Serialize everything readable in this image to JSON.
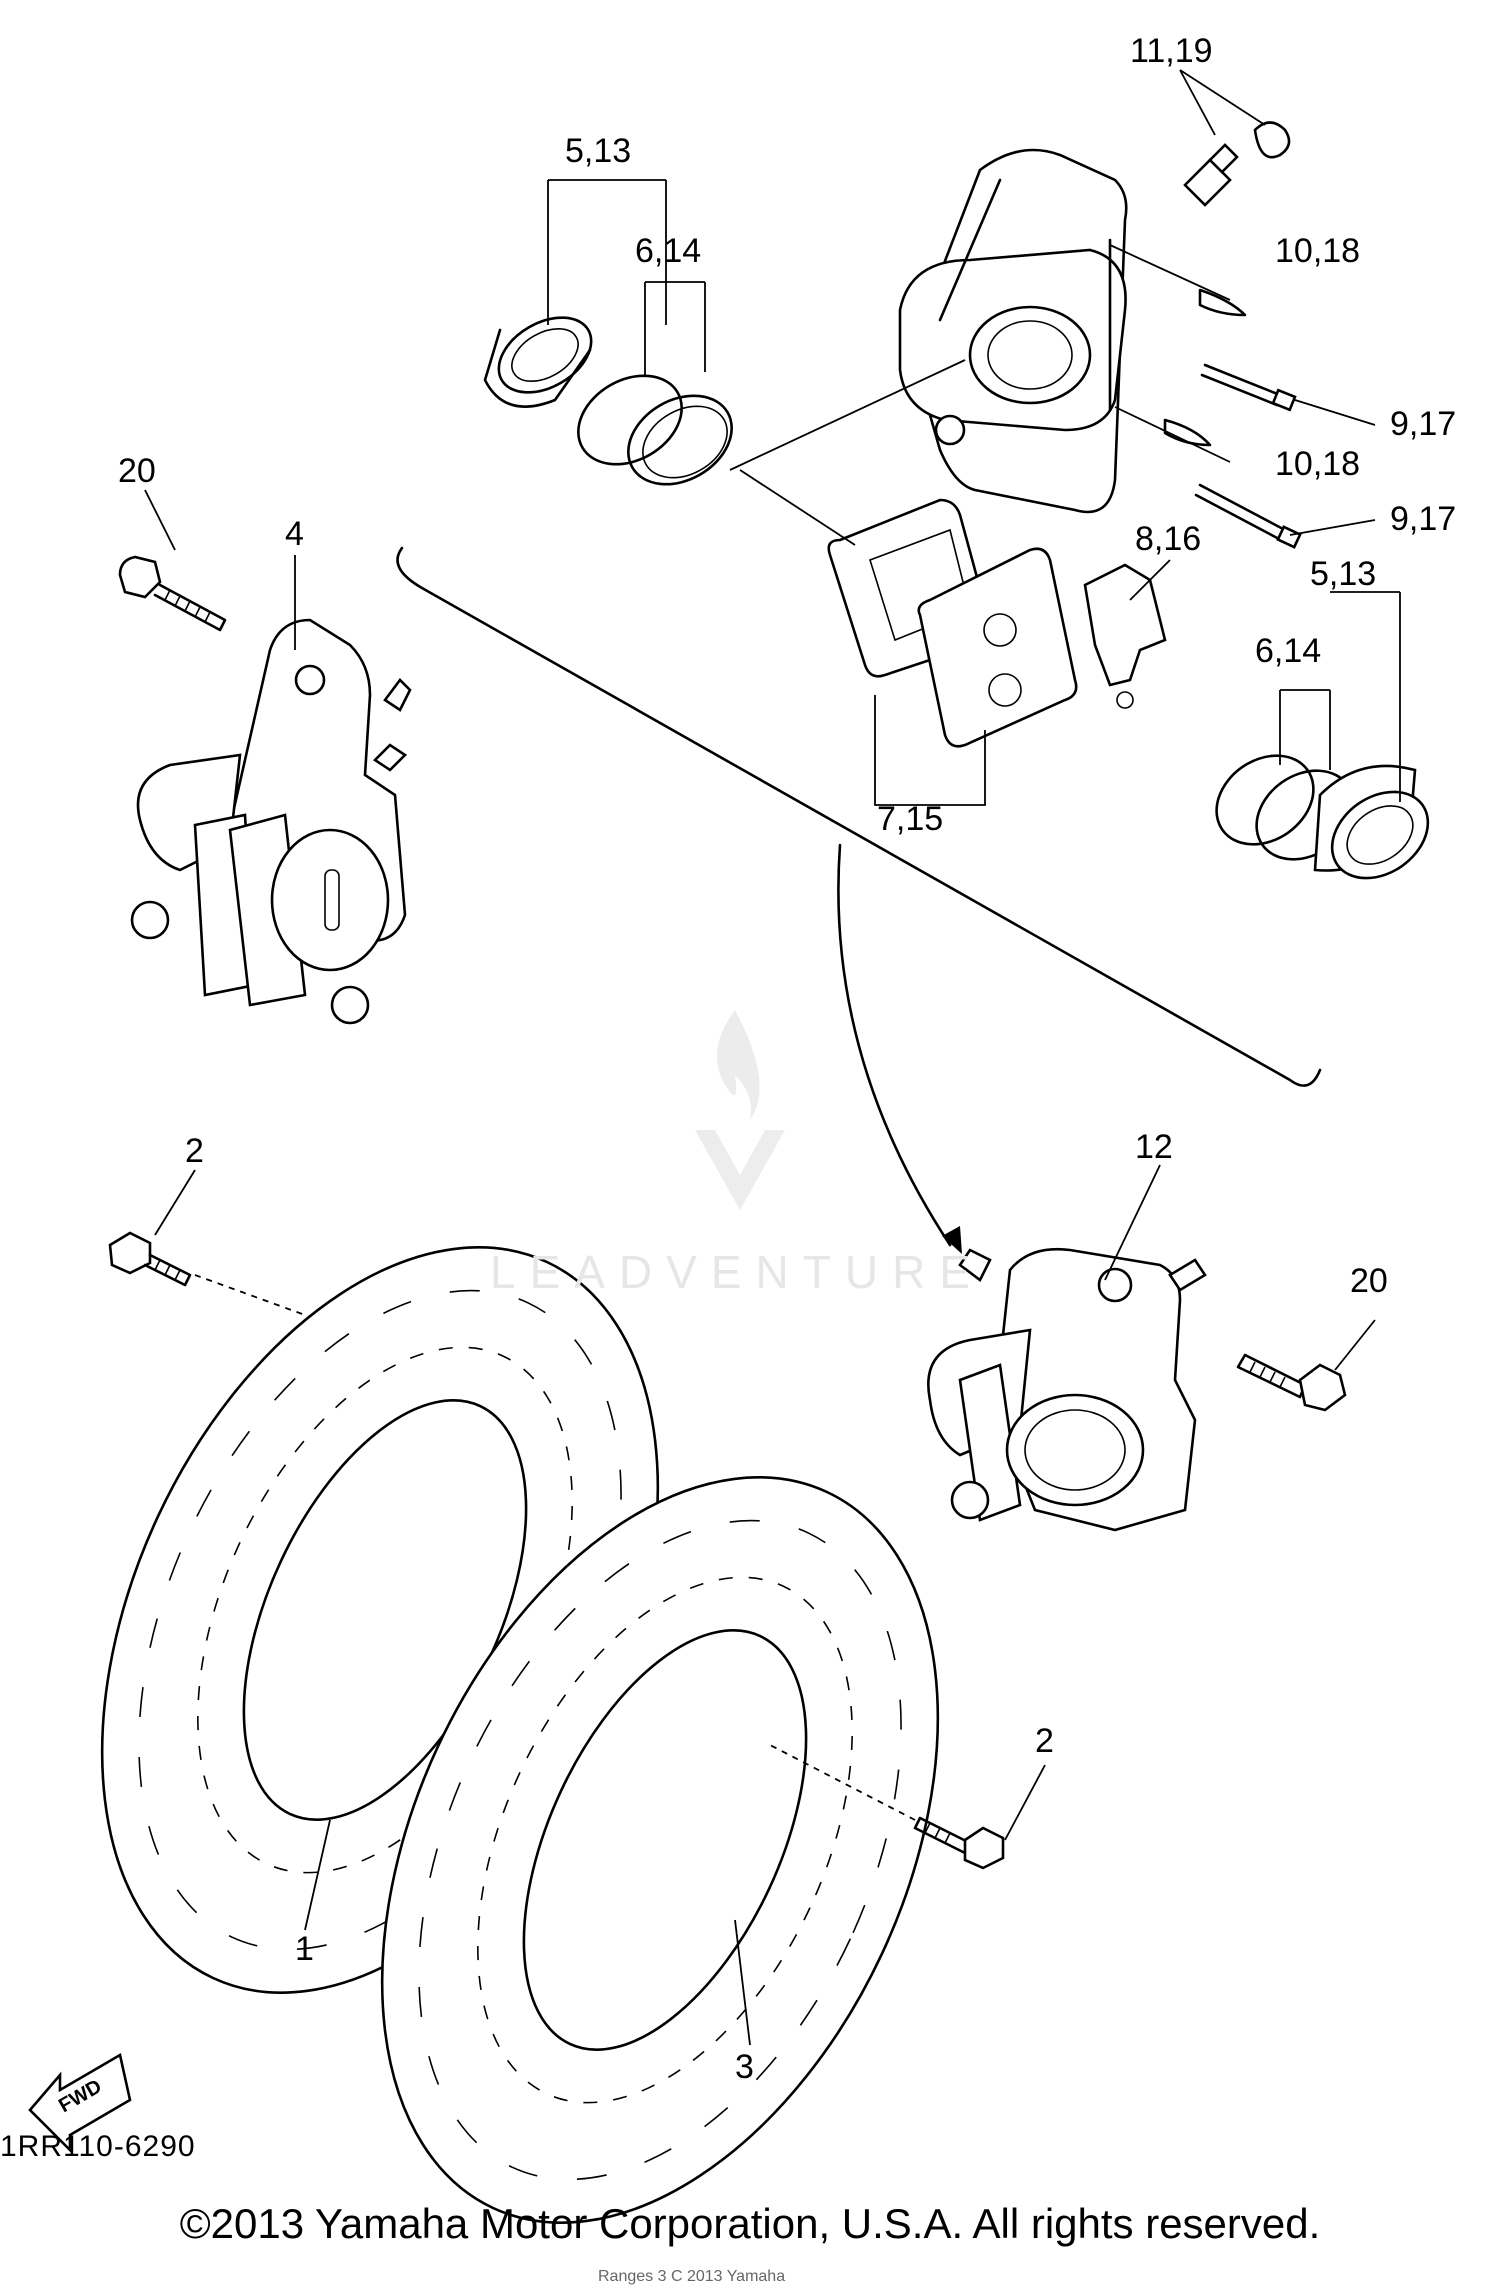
{
  "diagram": {
    "part_labels": {
      "p11_19": "11,19",
      "p5_13_top": "5,13",
      "p6_14_top": "6,14",
      "p10_18_a": "10,18",
      "p9_17_a": "9,17",
      "p10_18_b": "10,18",
      "p9_17_b": "9,17",
      "p20_left": "20",
      "p4": "4",
      "p8_16": "8,16",
      "p5_13_right": "5,13",
      "p6_14_right": "6,14",
      "p7_15": "7,15",
      "p2_top": "2",
      "p12": "12",
      "p20_right": "20",
      "p2_bottom": "2",
      "p1": "1",
      "p3": "3"
    },
    "fwd_label": "FWD",
    "diagram_code": "1RR110-6290",
    "watermark": {
      "brand": "LEADVENTURE",
      "icon": "flame-v-logo-icon"
    },
    "dealer_note": "Ranges 3 C 2013 Yamaha",
    "copyright": "©2013 Yamaha Motor Corporation, U.S.A. All rights reserved."
  }
}
